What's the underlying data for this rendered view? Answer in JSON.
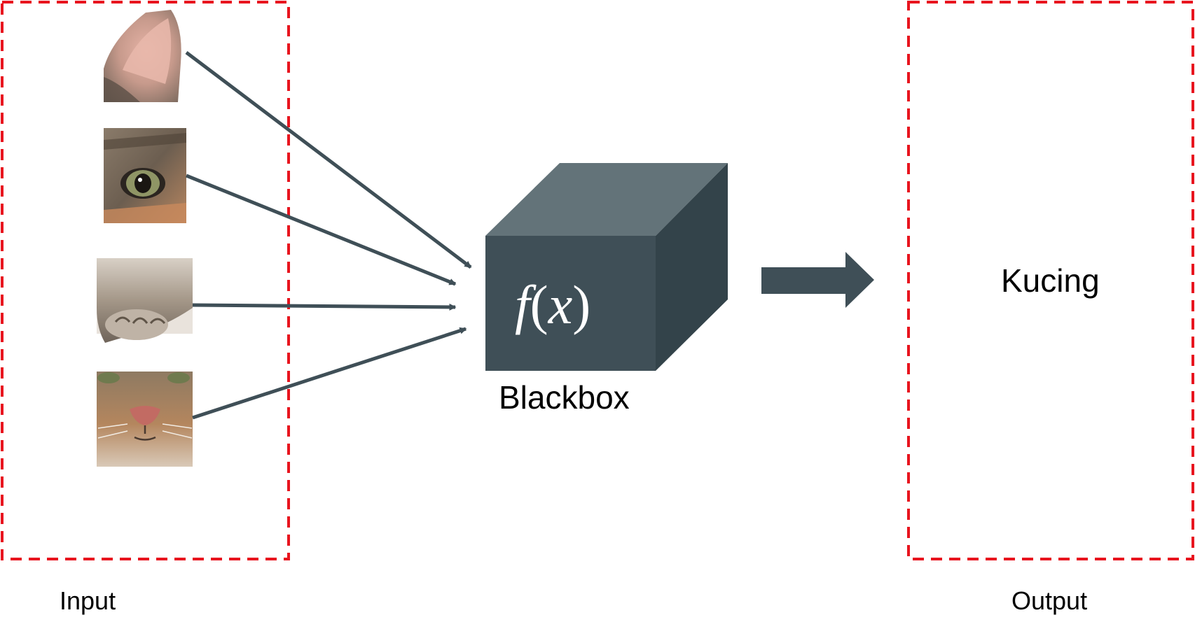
{
  "colors": {
    "dashed_border": "#e8141e",
    "arrow": "#3f4f57",
    "cube_front": "#3f4f57",
    "cube_top": "#637379",
    "cube_side": "#33434a",
    "formula_text": "#ffffff"
  },
  "input": {
    "label": "Input",
    "images": [
      {
        "name": "cat-ear-image",
        "subject": "cat ear"
      },
      {
        "name": "cat-eye-image",
        "subject": "cat eye"
      },
      {
        "name": "cat-paw-image",
        "subject": "cat paw"
      },
      {
        "name": "cat-nose-image",
        "subject": "cat nose"
      }
    ]
  },
  "blackbox": {
    "formula_f": "f",
    "formula_open": "(",
    "formula_x": "x",
    "formula_close": ")",
    "label": "Blackbox"
  },
  "output": {
    "label": "Output",
    "result": "Kucing"
  }
}
